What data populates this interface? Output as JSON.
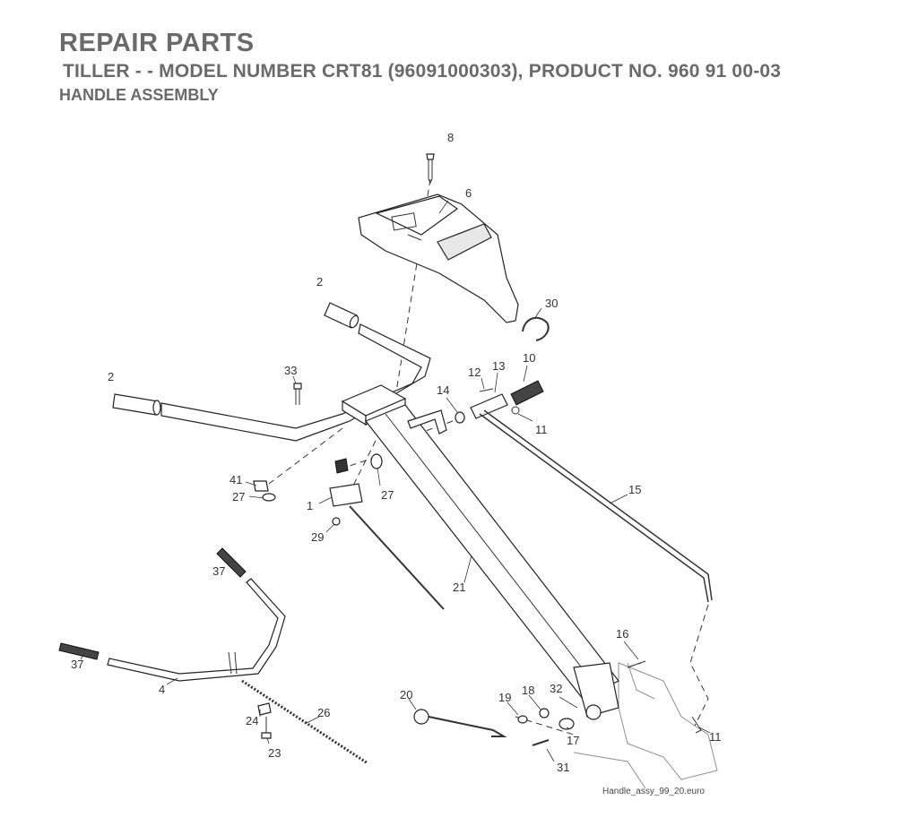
{
  "header": {
    "title": "REPAIR PARTS",
    "subtitle": "TILLER - - MODEL NUMBER CRT81 (96091000303), PRODUCT NO. 960 91 00-03",
    "section": "HANDLE ASSEMBLY"
  },
  "callouts": {
    "p8": "8",
    "p6": "6",
    "p2a": "2",
    "p2b": "2",
    "p30": "30",
    "p33": "33",
    "p12": "12",
    "p13": "13",
    "p10": "10",
    "p14": "14",
    "p11a": "11",
    "p41": "41",
    "p27a": "27",
    "p27b": "27",
    "p1": "1",
    "p29": "29",
    "p15": "15",
    "p37a": "37",
    "p37b": "37",
    "p21": "21",
    "p4": "4",
    "p16": "16",
    "p20": "20",
    "p19": "19",
    "p18": "18",
    "p32": "32",
    "p26": "26",
    "p24": "24",
    "p23": "23",
    "p17": "17",
    "p11b": "11",
    "p31": "31"
  },
  "footer": {
    "filename": "Handle_assy_99_20.euro"
  }
}
